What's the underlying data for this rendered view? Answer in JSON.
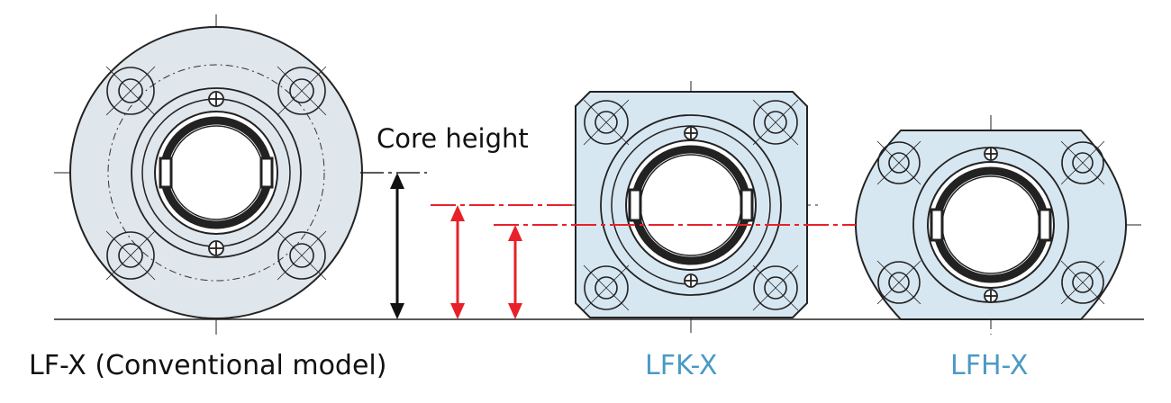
{
  "labels": {
    "core_height": "Core height",
    "lf_x": "LF-X (Conventional model)",
    "lfk_x": "LFK-X",
    "lfh_x": "LFH-X"
  },
  "colors": {
    "line": "#111111",
    "housing_fill": "#dfe6ec",
    "blue_housing_fill": "#d7e7f2",
    "accent_red": "#e8202a",
    "caption_blue": "#4a9ac4"
  }
}
